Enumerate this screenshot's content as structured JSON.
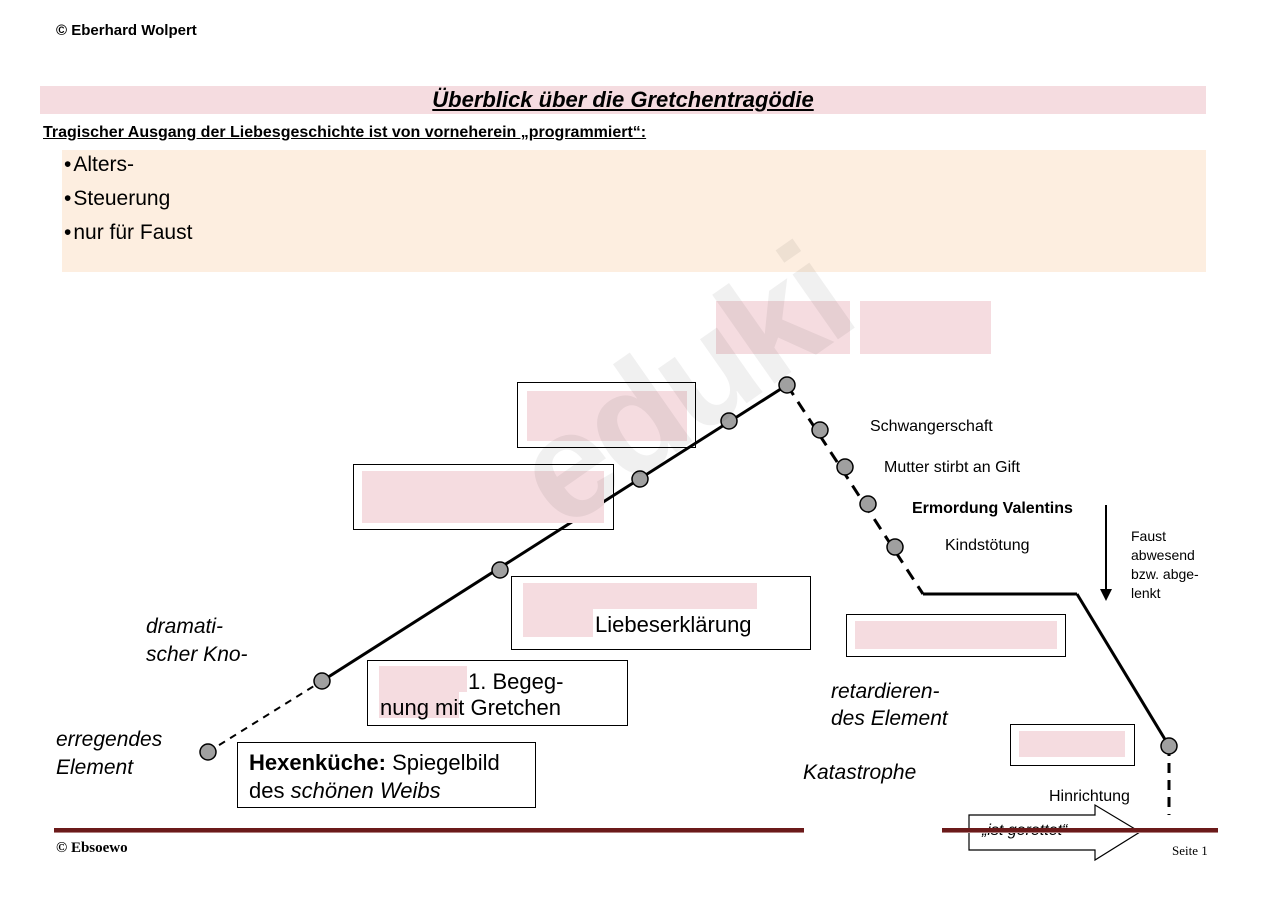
{
  "header": {
    "copyright": "© Eberhard Wolpert"
  },
  "title": "Überblick über die Gretchentragödie",
  "subtitle": "Tragischer Ausgang der Liebesgeschichte ist von vorneherein „programmiert“:",
  "bullets": [
    "Alters-",
    "Steuerung",
    "nur für Faust"
  ],
  "rising": {
    "hexenkueche_bold": "Hexenküche:",
    "hexenkueche_rest": " Spiegelbild",
    "hexenkueche_line2a": "des ",
    "hexenkueche_line2b": "schönen Weibs",
    "begegnung_l1": "1. Begeg-",
    "begegnung_l2": "nung mit Gretchen",
    "liebeserklaerung": "Liebeserklärung"
  },
  "labels": {
    "erregendes_1": "erregendes",
    "erregendes_2": "Element",
    "dramatisch_1": "dramati-",
    "dramatisch_2": "scher Kno-",
    "retardierend_1": "retardieren-",
    "retardierend_2": "des Element",
    "katastrophe": "Katastrophe",
    "schwangerschaft": "Schwangerschaft",
    "mutter": "Mutter stirbt an Gift",
    "valentin": "Ermordung Valentins",
    "kindstoetung": "Kindstötung",
    "faust_1": "Faust",
    "faust_2": "abwesend",
    "faust_3": "bzw. abge-",
    "faust_4": "lenkt",
    "hinrichtung": "Hinrichtung",
    "gerettet": "„ist gerettet“"
  },
  "footer": {
    "left": "© Ebsoewo",
    "right": "Seite 1"
  },
  "watermark": "eduki",
  "colors": {
    "pink": "#f5dce0",
    "peach": "#fdeee0",
    "footer_rule": "#6b1a1a",
    "node_fill": "#a0a0a0"
  }
}
